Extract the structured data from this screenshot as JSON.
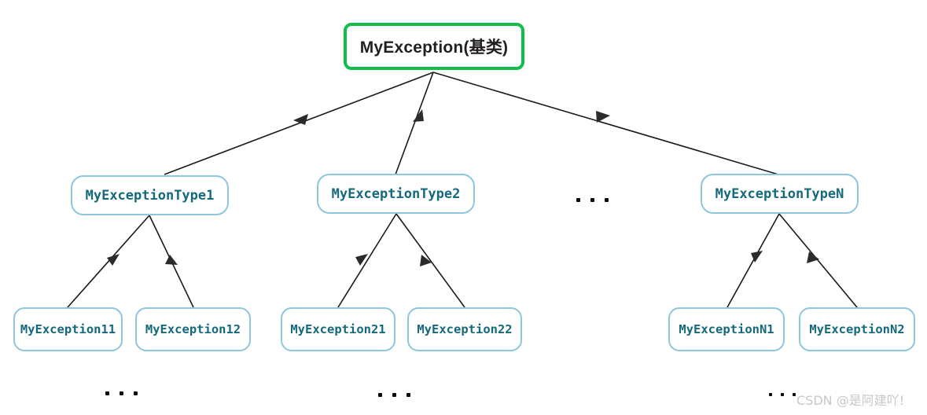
{
  "diagram": {
    "title_text": "MyException(基类)",
    "background_color": "#ffffff",
    "root": {
      "label": "MyException(基类)",
      "border_color": "#10be4c",
      "text_color": "#231f20"
    },
    "level2": [
      {
        "label": "MyExceptionType1"
      },
      {
        "label": "MyExceptionType2"
      },
      {
        "label": "MyExceptionTypeN"
      }
    ],
    "level3": [
      {
        "label": "MyException11"
      },
      {
        "label": "MyException12"
      },
      {
        "label": "MyException21"
      },
      {
        "label": "MyException22"
      },
      {
        "label": "MyExceptionN1"
      },
      {
        "label": "MyExceptionN2"
      }
    ],
    "node_border_color": "#8ec6de",
    "node_text_color": "#15697c",
    "edge_color": "#1a1a1a",
    "ellipsis_label": "...",
    "ellipsis_count": 3
  },
  "watermark": {
    "text": "CSDN @是阿建吖!",
    "color": "#c8c8c8"
  }
}
